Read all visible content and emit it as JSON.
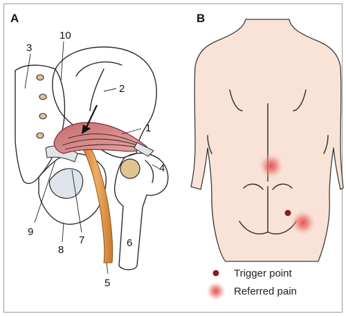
{
  "panels": {
    "a": {
      "letter": "A"
    },
    "b": {
      "letter": "B"
    }
  },
  "labels": {
    "l1": "1",
    "l2": "2",
    "l3": "3",
    "l4": "4",
    "l5": "5",
    "l6": "6",
    "l7": "7",
    "l8": "8",
    "l9": "9",
    "l10": "10"
  },
  "legend": {
    "trigger_point": "Trigger point",
    "referred_pain": "Referred pain"
  },
  "colors": {
    "bone": "#f1ddb1",
    "bone_shadow": "#e0c490",
    "muscle": "#d98a8a",
    "muscle_dark": "#b5585c",
    "tendon": "#dfe3ea",
    "nerve": "#e7a35a",
    "skin": "#f8e3d6",
    "trigger": "#8c1c24",
    "pain": "#ea6a6a",
    "border": "#9a9a9a"
  }
}
